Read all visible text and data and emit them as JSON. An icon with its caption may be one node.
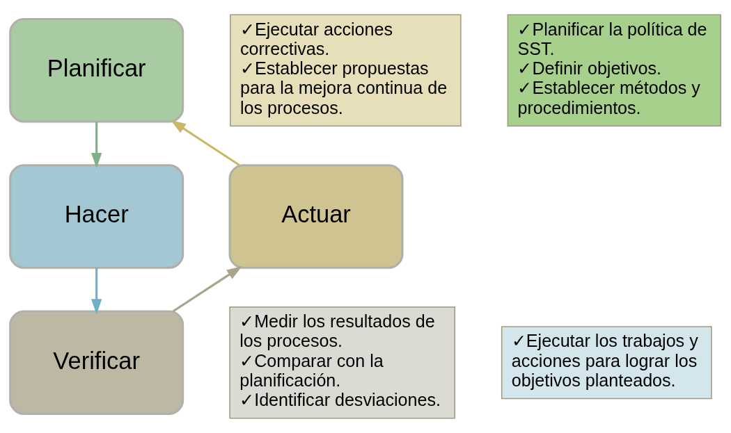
{
  "diagram": {
    "nodes": [
      {
        "text": [
          "Planificar"
        ]
      },
      {
        "text": [
          "Hacer"
        ]
      },
      {
        "text": [
          "Verificar"
        ]
      },
      {
        "text": [
          "Actuar"
        ]
      },
      {
        "text": [
          "✓Ejecutar acciones correctivas.",
          "✓Establecer propuestas para la mejora continua de los procesos."
        ]
      },
      {
        "text": [
          "✓Planificar la política de SST.",
          "✓Definir objetivos.",
          "✓Establecer métodos y procedimientos."
        ]
      },
      {
        "text": [
          "✓Medir los resultados de los procesos.",
          "✓Comparar con la planificación.",
          "✓Identificar desviaciones."
        ]
      },
      {
        "text": [
          "✓Ejecutar los trabajos y acciones para lograr los objetivos planteados."
        ]
      }
    ],
    "edges": [
      {
        "from": 0,
        "to": 1,
        "arrow": "to",
        "color": "#7fb08a"
      },
      {
        "from": 1,
        "to": 2,
        "arrow": "to",
        "color": "#6fb0c8"
      },
      {
        "from": 2,
        "to": 3,
        "arrow": "to",
        "color": "#a9a58c"
      },
      {
        "from": 3,
        "to": 0,
        "arrow": "to",
        "color": "#c9b86a"
      }
    ]
  }
}
